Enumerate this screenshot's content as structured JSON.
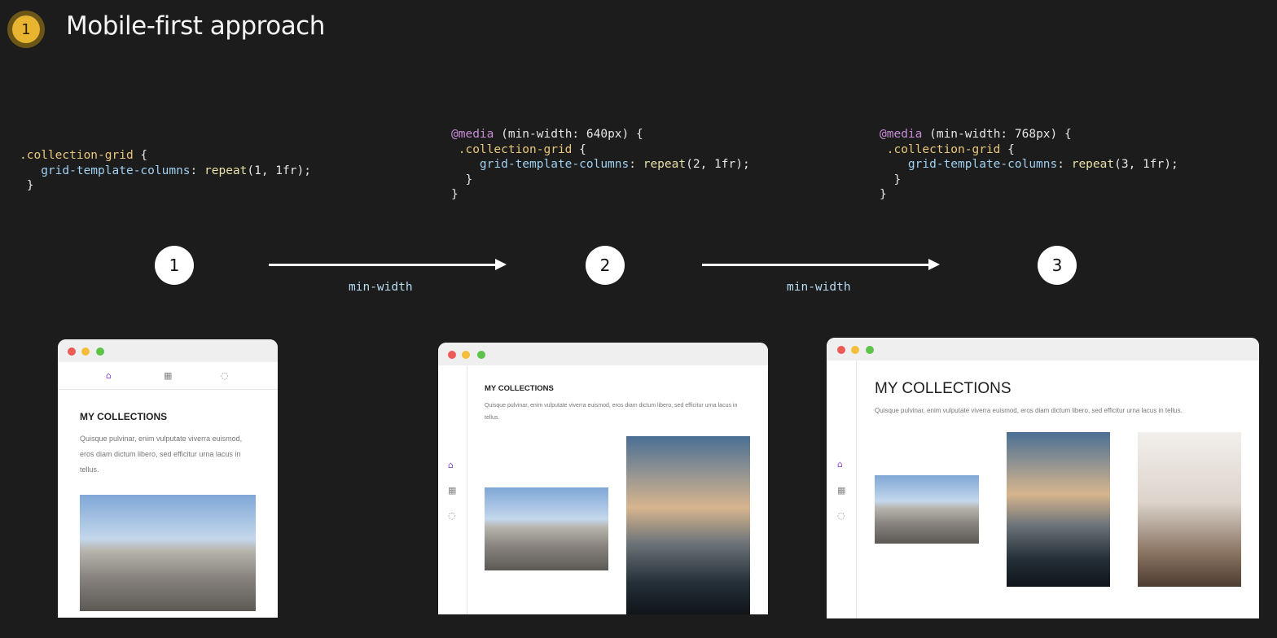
{
  "header": {
    "badge": "1",
    "title": "Mobile-first approach"
  },
  "colors": {
    "badge": "#e9b530",
    "home_icon": "#8c4bd2",
    "arrow_label": "#b7dcf3"
  },
  "code": {
    "block1": {
      "l1_sel": ".collection-grid",
      "l1_brace": " {",
      "l2_prop": "grid-template-columns",
      "l2_colon": ": ",
      "l2_fn": "repeat",
      "l2_args": "(1, 1fr);",
      "l3": " }"
    },
    "block2": {
      "l1_at": "@media",
      "l1_rest": " (min-width: 640px) {",
      "l2_sel": ".collection-grid",
      "l2_brace": " {",
      "l3_prop": "grid-template-columns",
      "l3_colon": ": ",
      "l3_fn": "repeat",
      "l3_args": "(2, 1fr);",
      "l4": "}",
      "l5": "}"
    },
    "block3": {
      "l1_at": "@media",
      "l1_rest": " (min-width: 768px) {",
      "l2_sel": ".collection-grid",
      "l2_brace": " {",
      "l3_prop": "grid-template-columns",
      "l3_colon": ": ",
      "l3_fn": "repeat",
      "l3_args": "(3, 1fr);",
      "l4": "}",
      "l5": "}"
    }
  },
  "steps": [
    "1",
    "2",
    "3"
  ],
  "arrows": [
    "min-width",
    "min-width"
  ],
  "windows": {
    "collection_title": "MY COLLECTIONS",
    "collection_text": "Quisque pulvinar, enim vulputate viverra euismod, eros diam dictum libero, sed efficitur urna lacus in tellus.",
    "icons": [
      "home-icon",
      "grid-icon",
      "circle-icon"
    ]
  }
}
